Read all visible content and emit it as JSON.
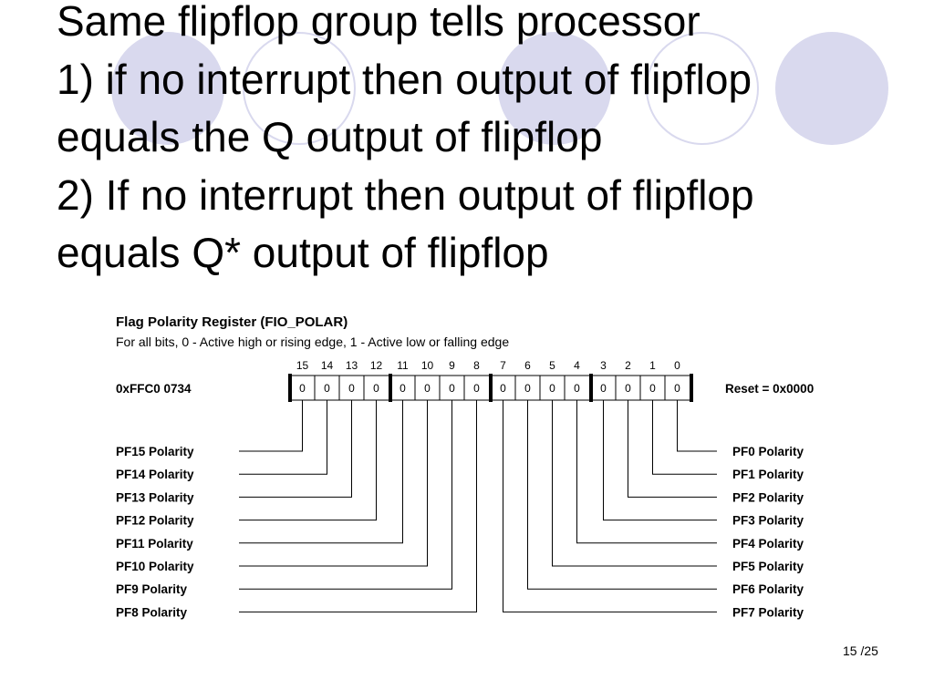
{
  "slide": {
    "title_lines": [
      "Same flipflop group tells processor",
      "1) if no interrupt then output of flipflop",
      "equals the Q output of flipflop",
      "2) If no interrupt then output of flipflop",
      "equals Q* output of flipflop"
    ],
    "page_number": "15 /25"
  },
  "register": {
    "heading": "Flag Polarity Register (FIO_POLAR)",
    "subheading": "For all bits, 0 - Active high or rising edge, 1 - Active low or falling edge",
    "address": "0xFFC0 0734",
    "reset": "Reset = 0x0000",
    "bit_numbers": [
      "15",
      "14",
      "13",
      "12",
      "11",
      "10",
      "9",
      "8",
      "7",
      "6",
      "5",
      "4",
      "3",
      "2",
      "1",
      "0"
    ],
    "bit_values": [
      "0",
      "0",
      "0",
      "0",
      "0",
      "0",
      "0",
      "0",
      "0",
      "0",
      "0",
      "0",
      "0",
      "0",
      "0",
      "0"
    ],
    "left_labels": [
      "PF15 Polarity",
      "PF14 Polarity",
      "PF13 Polarity",
      "PF12 Polarity",
      "PF11 Polarity",
      "PF10 Polarity",
      "PF9 Polarity",
      "PF8 Polarity"
    ],
    "right_labels": [
      "PF0 Polarity",
      "PF1 Polarity",
      "PF2 Polarity",
      "PF3 Polarity",
      "PF4 Polarity",
      "PF5 Polarity",
      "PF6 Polarity",
      "PF7 Polarity"
    ]
  }
}
